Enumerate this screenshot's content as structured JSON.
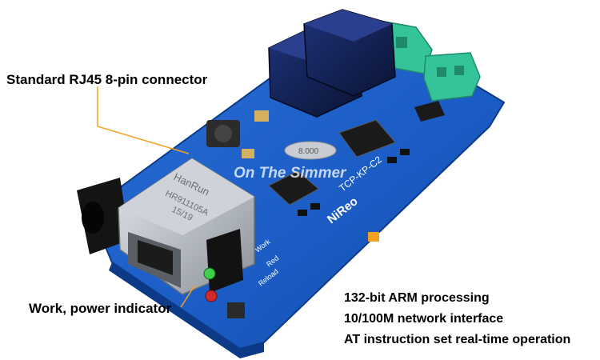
{
  "callouts": {
    "rj45": "Standard RJ45 8-pin connector",
    "indicator": "Work, power indicator"
  },
  "features": [
    "132-bit ARM processing",
    "10/100M network interface",
    "AT instruction set real-time operation"
  ],
  "board_markings": {
    "jack_brand": "HanRun",
    "jack_model": "HR911105A",
    "jack_date": "15/19",
    "watermark": "On The Simmer",
    "board_model": "TCP-KP-C2",
    "board_brand": "NiReo",
    "crystal": "8.000",
    "led_label_1": "Work",
    "led_label_2": "Red",
    "led_label_3": "Reload"
  },
  "colors": {
    "pcb": "#1a5bc4",
    "relay": "#0e1d48",
    "terminal": "#35c49a",
    "jack_metal": "#b9bec6",
    "leader": "#f2a020"
  }
}
